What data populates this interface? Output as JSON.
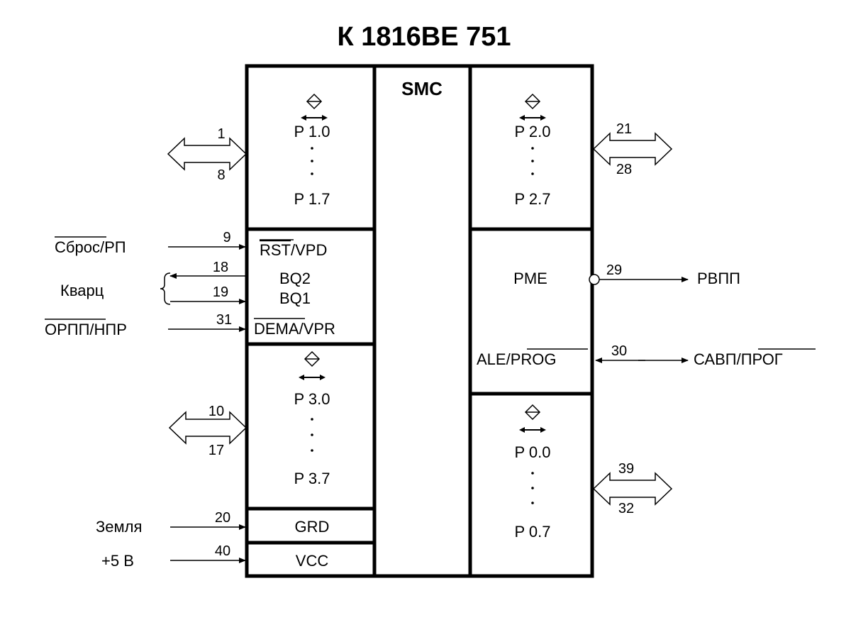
{
  "title": "К 1816ВЕ 751",
  "smc": "SMC",
  "ports": {
    "p1": {
      "first": "P 1.0",
      "last": "P 1.7",
      "pin_first": "1",
      "pin_last": "8"
    },
    "p2": {
      "first": "P 2.0",
      "last": "P 2.7",
      "pin_first": "21",
      "pin_last": "28"
    },
    "p3": {
      "first": "P 3.0",
      "last": "P 3.7",
      "pin_first": "10",
      "pin_last": "17"
    },
    "p0": {
      "first": "P 0.0",
      "last": "P 0.7",
      "pin_first": "39",
      "pin_last": "32"
    }
  },
  "control": {
    "rst": {
      "label_plain": "/VPD",
      "label_bar": "RST",
      "pin": "9",
      "ext_bar": "Сброс",
      "ext_plain": "/РП"
    },
    "bq2": {
      "label": "BQ2",
      "pin": "18"
    },
    "bq1": {
      "label": "BQ1",
      "pin": "19"
    },
    "quartz": "Кварц",
    "dema": {
      "label_bar": "DEMA",
      "label_plain": "/VPR",
      "pin": "31",
      "ext_bar": "ОРПП",
      "ext_plain": "/НПР"
    }
  },
  "power": {
    "grd": {
      "label": "GRD",
      "pin": "20",
      "ext": "Земля"
    },
    "vcc": {
      "label": "VCC",
      "pin": "40",
      "ext": "+5 В"
    }
  },
  "right_ctrl": {
    "pme": {
      "label": "PME",
      "pin": "29",
      "ext": "РВПП"
    },
    "ale": {
      "label_plain": "ALE/",
      "label_bar": "PROG",
      "pin": "30",
      "ext_plain": "САВП/",
      "ext_bar": "ПРОГ"
    }
  }
}
